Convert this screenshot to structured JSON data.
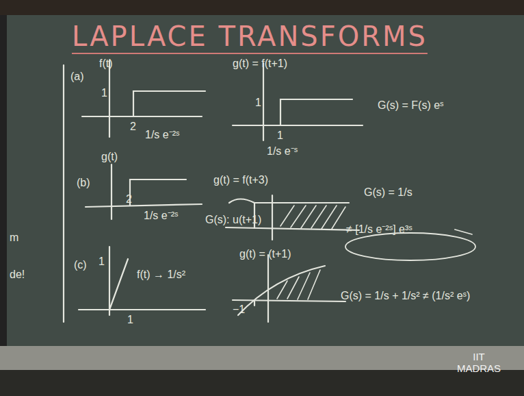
{
  "diagram": {
    "title": "LAPLACE TRANSFORMS",
    "labels": [
      "(a)",
      "f(t)",
      "1",
      "2",
      "1/s e⁻²ˢ",
      "g(t) = f(t+1)",
      "1",
      "1",
      "1/s e⁻ˢ",
      "G(s) = F(s) eˢ",
      "(b)",
      "g(t)",
      "2",
      "1/s e⁻²ˢ",
      "g(t) = f(t+3)",
      "G(s): u(t+1)",
      "G(s) = 1/s",
      "≠ [1/s e⁻²ˢ] e³ˢ",
      "(c)",
      "1",
      "1",
      "f(t) → 1/s²",
      "g(t) = (t+1)",
      "−1",
      "G(s) = 1/s + 1/s² ≠ (1/s² eˢ)",
      "IIT MADRAS",
      "m",
      "de!"
    ]
  }
}
